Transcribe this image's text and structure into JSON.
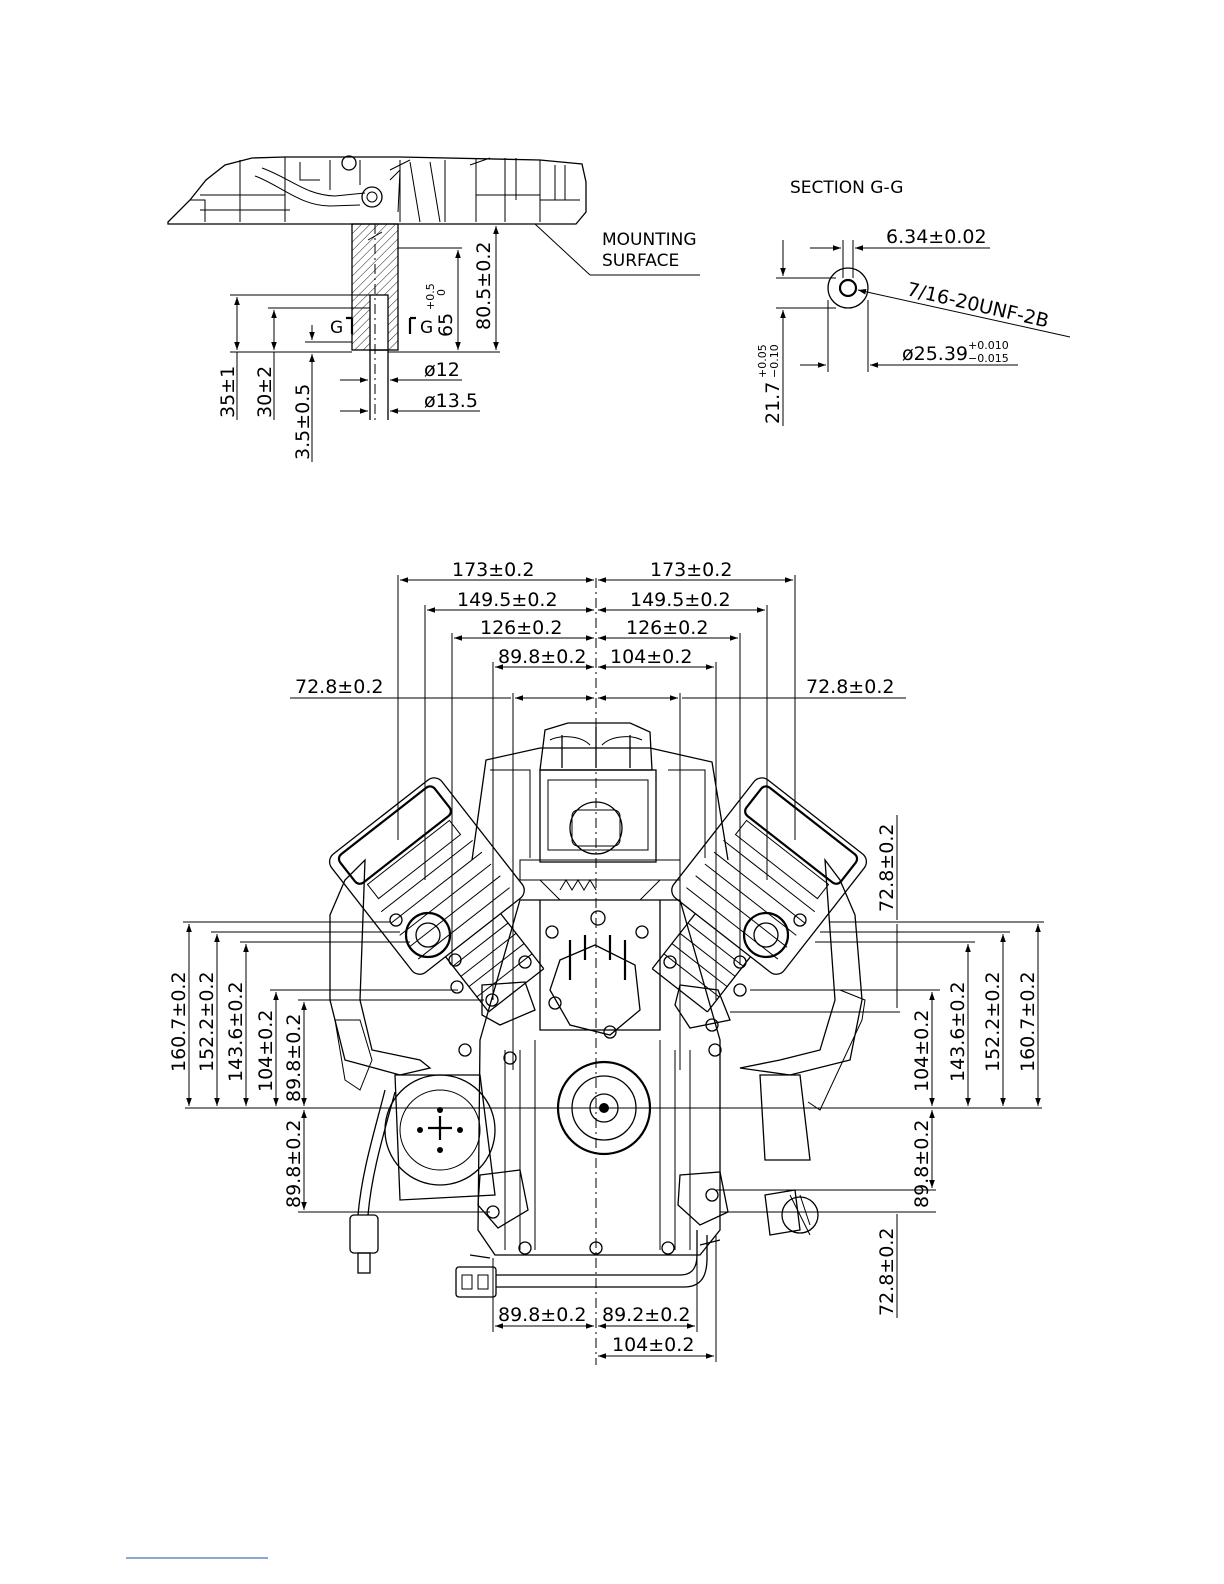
{
  "detail_view": {
    "mounting_surface_line1": "MOUNTING",
    "mounting_surface_line2": "SURFACE",
    "dim_80_5": "80.5±0.2",
    "dim_65": "65",
    "dim_65_tol_upper": "+0.5",
    "dim_65_tol_lower": "0",
    "dim_35": "35±1",
    "dim_30": "30±2",
    "dim_3_5": "3.5±0.5",
    "dia_12": "ø12",
    "dia_13_5": "ø13.5",
    "section_mark_left": "G",
    "section_mark_right": "G"
  },
  "section_view": {
    "title": "SECTION G-G",
    "dim_6_34": "6.34±0.02",
    "thread": "7/16-20UNF-2B",
    "dia_25_39": "ø25.39",
    "dia_tol_upper": "+0.010",
    "dia_tol_lower": "−0.015",
    "dim_21_7": "21.7",
    "dim_21_7_tol_upper": "+0.05",
    "dim_21_7_tol_lower": "−0.10"
  },
  "main_view": {
    "top_dims": {
      "left_173": "173±0.2",
      "right_173": "173±0.2",
      "left_149_5": "149.5±0.2",
      "right_149_5": "149.5±0.2",
      "left_126": "126±0.2",
      "right_126": "126±0.2",
      "left_89_8": "89.8±0.2",
      "right_104": "104±0.2",
      "left_72_8": "72.8±0.2",
      "right_72_8": "72.8±0.2"
    },
    "left_dims": {
      "d160_7": "160.7±0.2",
      "d152_2": "152.2±0.2",
      "d143_6": "143.6±0.2",
      "d104": "104±0.2",
      "d89_8_upper": "89.8±0.2",
      "d89_8_lower": "89.8±0.2"
    },
    "right_dims": {
      "d72_8_upper": "72.8±0.2",
      "d104": "104±0.2",
      "d143_6": "143.6±0.2",
      "d152_2": "152.2±0.2",
      "d160_7": "160.7±0.2",
      "d89_8": "89.8±0.2",
      "d72_8_lower": "72.8±0.2"
    },
    "bottom_dims": {
      "d89_8": "89.8±0.2",
      "d89_2": "89.2±0.2",
      "d104": "104±0.2"
    }
  }
}
